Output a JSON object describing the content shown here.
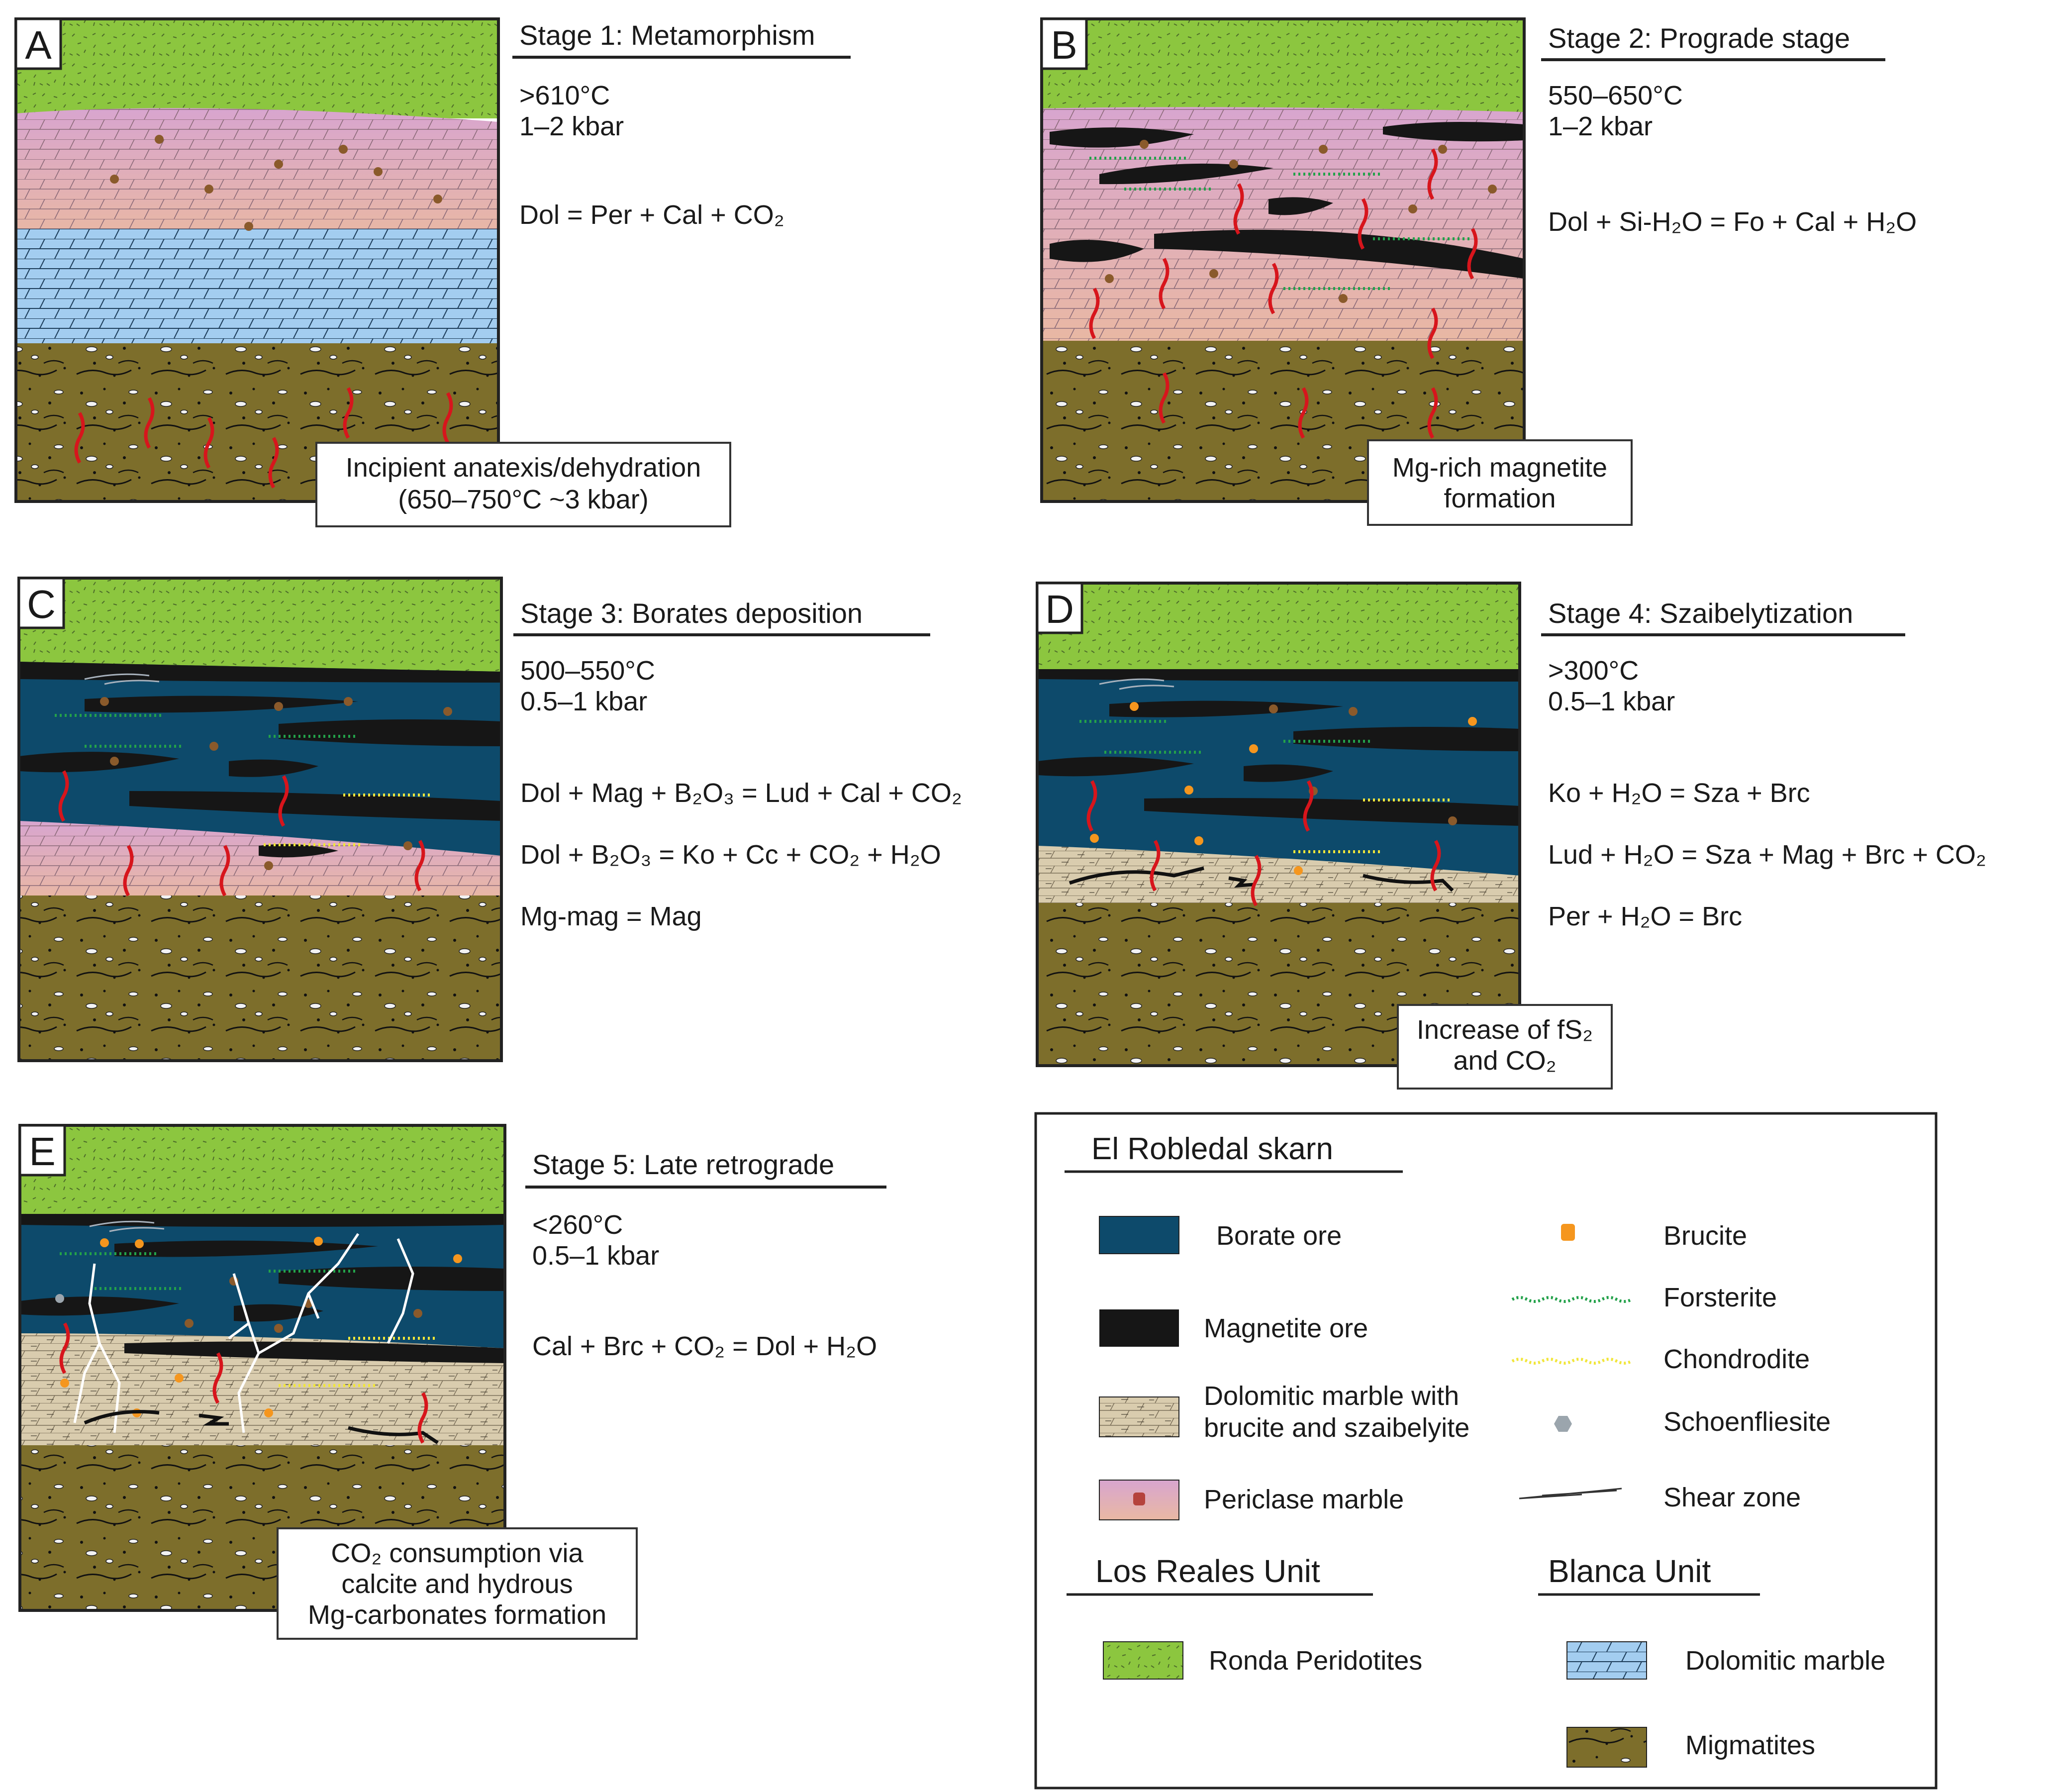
{
  "panels": [
    {
      "letter": "A",
      "title": "Stage 1: Metamorphism",
      "temp": ">610°C",
      "pressure": "1–2 kbar",
      "reactions": [
        "Dol = Per + Cal + CO₂"
      ],
      "box_lines": [
        "Incipient anatexis/dehydration",
        "(650–750°C ~3 kbar)"
      ]
    },
    {
      "letter": "B",
      "title": "Stage 2: Prograde stage",
      "temp": "550–650°C",
      "pressure": "1–2 kbar",
      "reactions": [
        "Dol + Si-H₂O = Fo + Cal + H₂O"
      ],
      "box_lines": [
        "Mg-rich magnetite",
        "formation"
      ]
    },
    {
      "letter": "C",
      "title": "Stage 3: Borates deposition",
      "temp": "500–550°C",
      "pressure": "0.5–1 kbar",
      "reactions": [
        "Dol + Mag + B₂O₃ = Lud + Cal + CO₂",
        "Dol + B₂O₃ = Ko + Cc + CO₂ + H₂O",
        "Mg-mag = Mag"
      ],
      "box_lines": []
    },
    {
      "letter": "D",
      "title": "Stage 4: Szaibelytization",
      "temp": ">300°C",
      "pressure": "0.5–1 kbar",
      "reactions": [
        "Ko + H₂O = Sza + Brc",
        "Lud + H₂O = Sza + Mag + Brc + CO₂",
        "Per + H₂O = Brc"
      ],
      "box_lines": [
        "Increase of fS₂",
        "and CO₂"
      ]
    },
    {
      "letter": "E",
      "title": "Stage 5: Late retrograde",
      "temp": "<260°C",
      "pressure": "0.5–1 kbar",
      "reactions": [
        "Cal + Brc + CO₂ = Dol + H₂O"
      ],
      "box_lines": [
        "CO₂ consumption via",
        "calcite and hydrous",
        "Mg-carbonates formation"
      ]
    }
  ],
  "legend": {
    "heading": "El Robledal skarn",
    "left_items": [
      "Borate ore",
      "Magnetite ore",
      "Dolomitic marble with",
      "brucite and szaibelyite",
      "Periclase marble"
    ],
    "right_items": [
      "Brucite",
      "Forsterite",
      "Chondrodite",
      "Schoenfliesite",
      "Shear zone"
    ],
    "unit_left": "Los Reales Unit",
    "unit_left_item": "Ronda Peridotites",
    "unit_right": "Blanca Unit",
    "unit_right_items": [
      "Dolomitic marble",
      "Migmatites"
    ]
  },
  "colors": {
    "peridotite": "#8cc63f",
    "borate": "#0d4a6b",
    "magnetite": "#161616",
    "dolomitic_marble_brc": "#d9ccae",
    "periclase_marble_top": "#d8a5cf",
    "periclase_marble_bottom": "#e9b8a3",
    "blue_marble": "#a3cdf0",
    "migmatite": "#7d6e2b",
    "brucite": "#f5961e",
    "forsterite": "#23a14a",
    "chondrodite": "#f1e63a",
    "schoenfliesite": "#9ba5ad",
    "fluid_arrow": "#d7151c"
  }
}
